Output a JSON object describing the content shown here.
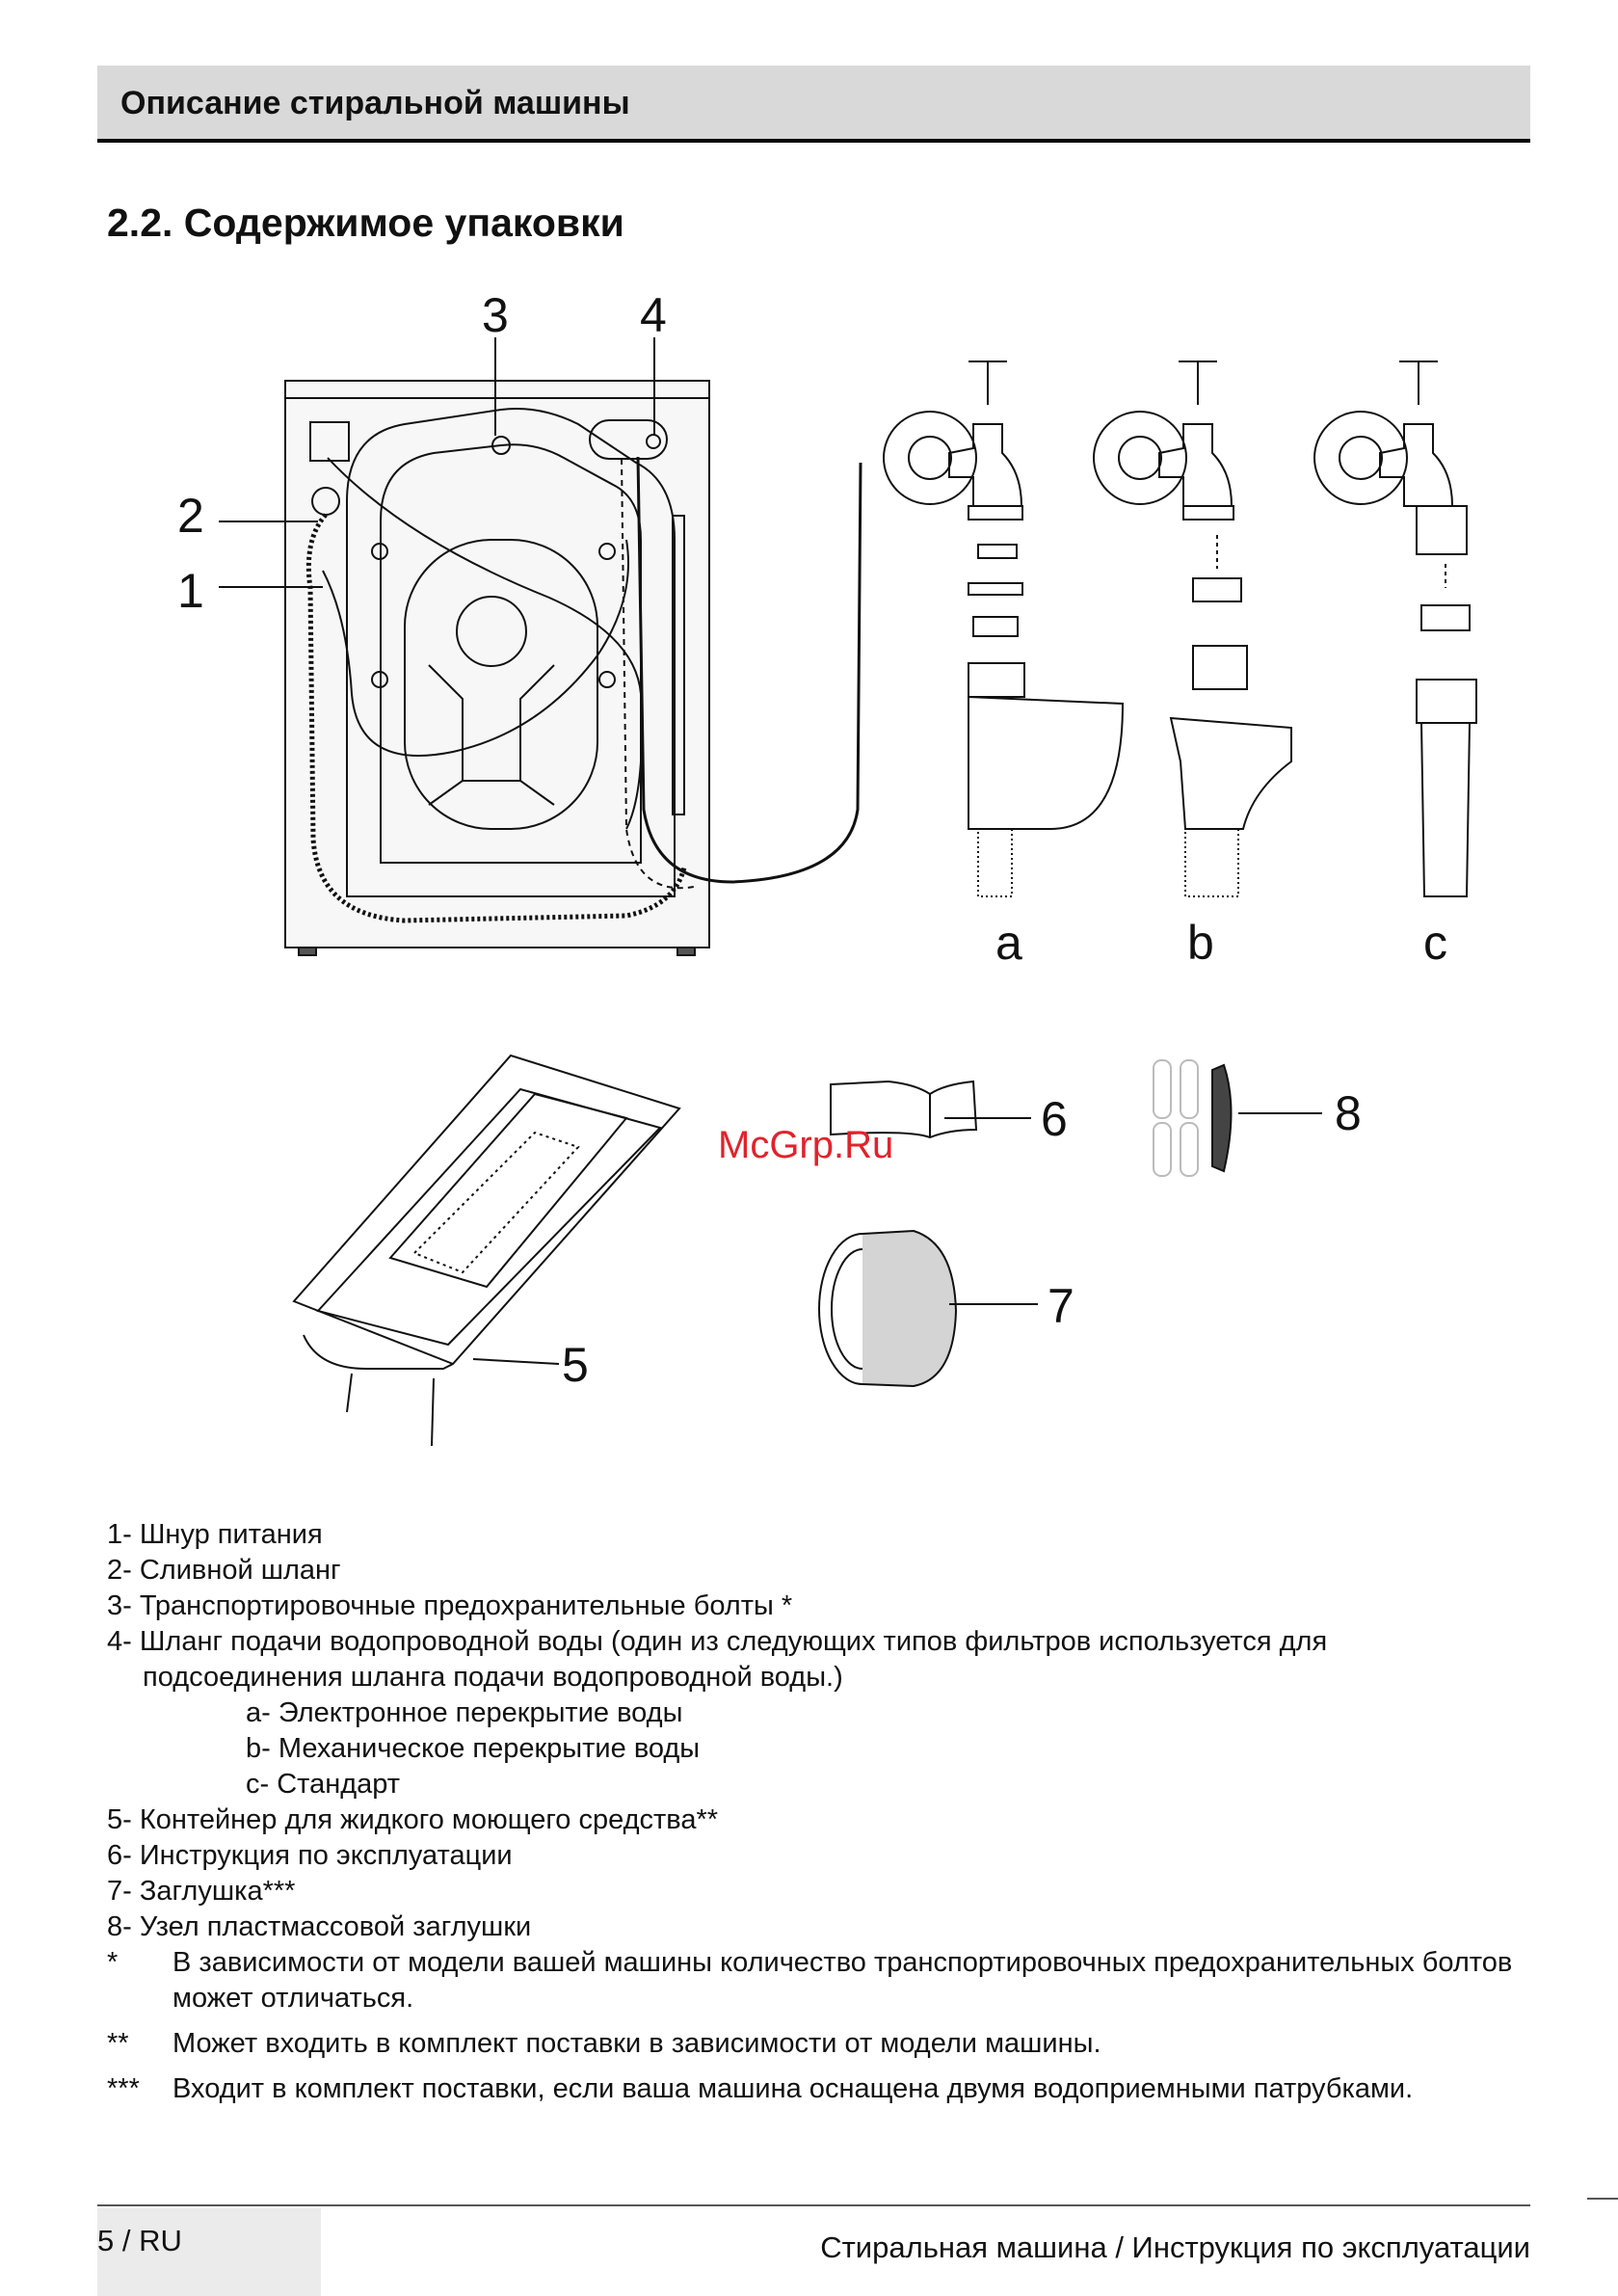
{
  "header": {
    "title": "Описание стиральной машины"
  },
  "section": {
    "title": "2.2. Содержимое упаковки"
  },
  "figure": {
    "callouts": {
      "n1": "1",
      "n2": "2",
      "n3": "3",
      "n4": "4",
      "n5": "5",
      "n6": "6",
      "n7": "7",
      "n8": "8"
    },
    "variants": {
      "a": "a",
      "b": "b",
      "c": "c"
    }
  },
  "watermark": "McGrp.Ru",
  "items": [
    "1- Шнур питания",
    "2- Сливной шланг",
    "3- Транспортировочные предохранительные болты *",
    "4- Шланг подачи водопроводной воды (один из следующих типов фильтров используется для",
    "подсоединения шланга подачи водопроводной воды.)",
    "a- Электронное перекрытие воды",
    "b- Механическое перекрытие воды",
    "c- Стандарт",
    "5- Контейнер для жидкого моющего средства**",
    "6- Инструкция по эксплуатации",
    "7- Заглушка***",
    "8- Узел пластмассовой заглушки"
  ],
  "notes": [
    {
      "mark": "*",
      "text": "В зависимости от модели вашей машины количество транспортировочных предохранительных болтов может отличаться."
    },
    {
      "mark": "**",
      "text": "Может входить в комплект поставки в зависимости от модели машины."
    },
    {
      "mark": "***",
      "text": "Входит в комплект поставки, если ваша машина оснащена двумя водоприемными патрубками."
    }
  ],
  "footer": {
    "page": "5 / RU",
    "text": "Стиральная машина /  Инструкция по эксплуатации"
  }
}
